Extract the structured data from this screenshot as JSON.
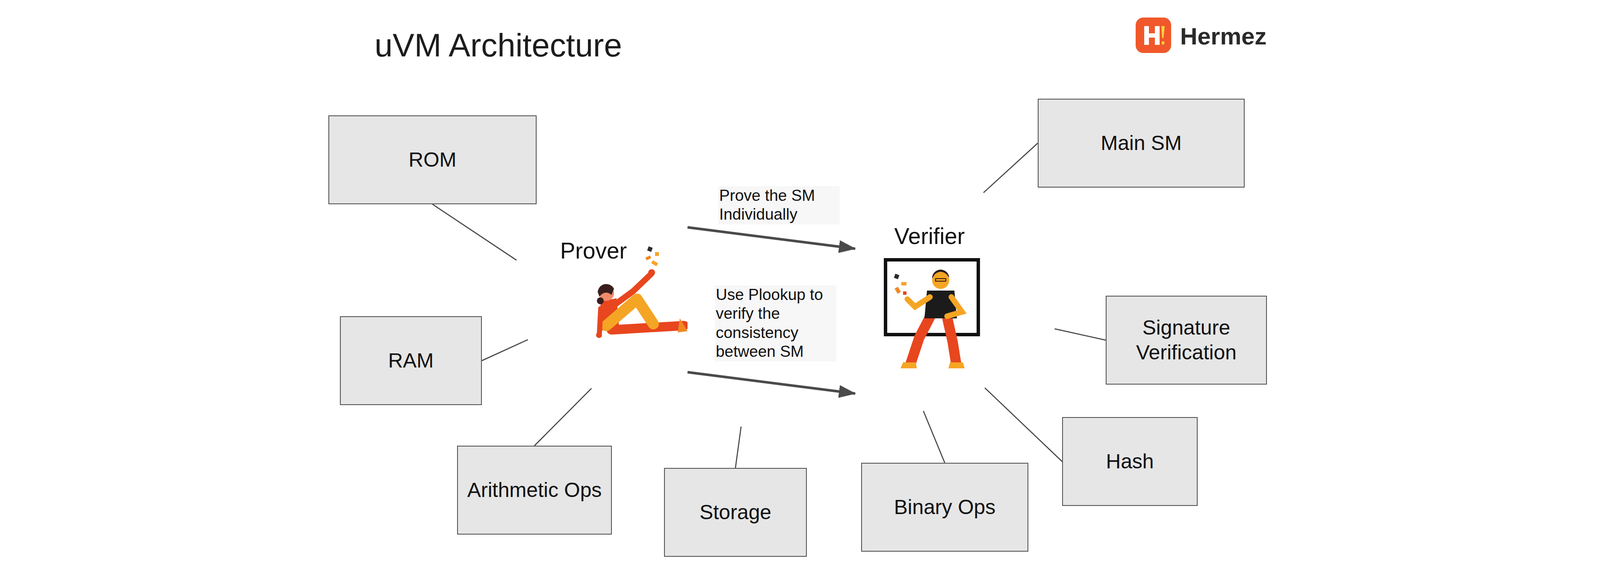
{
  "diagram": {
    "title": "uVM Architecture",
    "nodes": [
      {
        "text": [
          "ROM"
        ]
      },
      {
        "text": [
          "Main SM"
        ]
      },
      {
        "text": []
      },
      {
        "text": [
          "Prover"
        ],
        "in": 2
      },
      {
        "text": [
          "Verifier"
        ],
        "in": 2
      },
      {
        "text": [
          "Signature Verification"
        ]
      },
      {
        "text": [
          "RAM"
        ]
      },
      {
        "text": [
          "Hash"
        ]
      },
      {
        "text": [
          "Arithmetic Ops"
        ]
      },
      {
        "text": [
          "Binary Ops"
        ]
      },
      {
        "text": [
          "Storage"
        ]
      }
    ],
    "edges": [
      {
        "from": 0,
        "to": 2,
        "arrow": "none"
      },
      {
        "from": 1,
        "to": 2,
        "arrow": "none"
      },
      {
        "from": 5,
        "to": 2,
        "arrow": "none"
      },
      {
        "from": 6,
        "to": 2,
        "arrow": "none"
      },
      {
        "from": 7,
        "to": 2,
        "arrow": "none"
      },
      {
        "from": 8,
        "to": 2,
        "arrow": "none"
      },
      {
        "from": 9,
        "to": 2,
        "arrow": "none"
      },
      {
        "from": 10,
        "to": 2,
        "arrow": "none"
      },
      {
        "from": 3,
        "to": 4,
        "label": "Prove the SM Individually",
        "arrow": "to"
      },
      {
        "from": 3,
        "to": 4,
        "label": "Use Plookup to verify the consistency between SM",
        "arrow": "to"
      }
    ],
    "labels": [
      "Hermez"
    ]
  }
}
